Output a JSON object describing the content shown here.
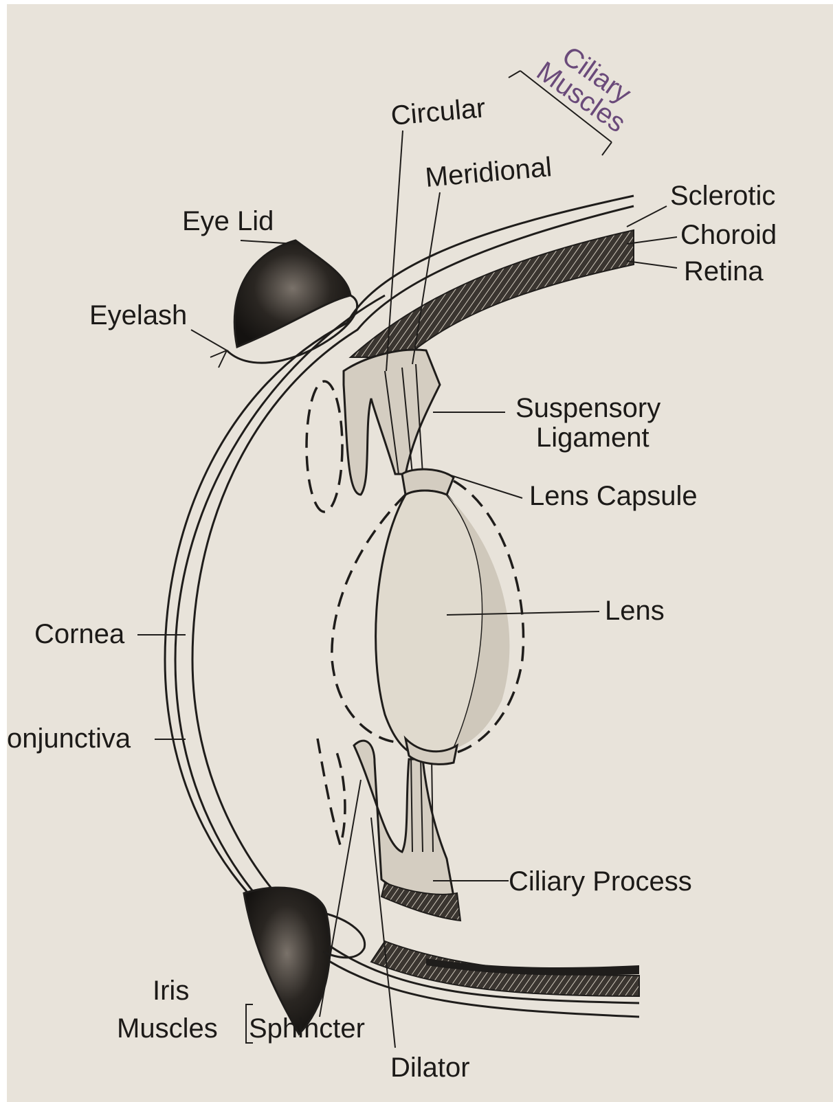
{
  "labels": {
    "ciliary_muscles_line1": "Ciliary",
    "ciliary_muscles_line2": "Muscles",
    "circular": "Circular",
    "meridional": "Meridional",
    "sclerotic": "Sclerotic",
    "choroid": "Choroid",
    "retina": "Retina",
    "eye_lid": "Eye Lid",
    "eyelash": "Eyelash",
    "suspensory_line1": "Suspensory",
    "suspensory_line2": "Ligament",
    "lens_capsule": "Lens Capsule",
    "lens": "Lens",
    "cornea": "Cornea",
    "conjunctiva": "onjunctiva",
    "ciliary_process": "Ciliary Process",
    "iris": "Iris",
    "iris_muscles": "Muscles",
    "sphincter": "Sphincter",
    "dilator": "Dilator"
  },
  "colors": {
    "paper": "#e8e3da",
    "ink": "#1f1d1b",
    "pen_annotation": "#6a4a7a"
  }
}
